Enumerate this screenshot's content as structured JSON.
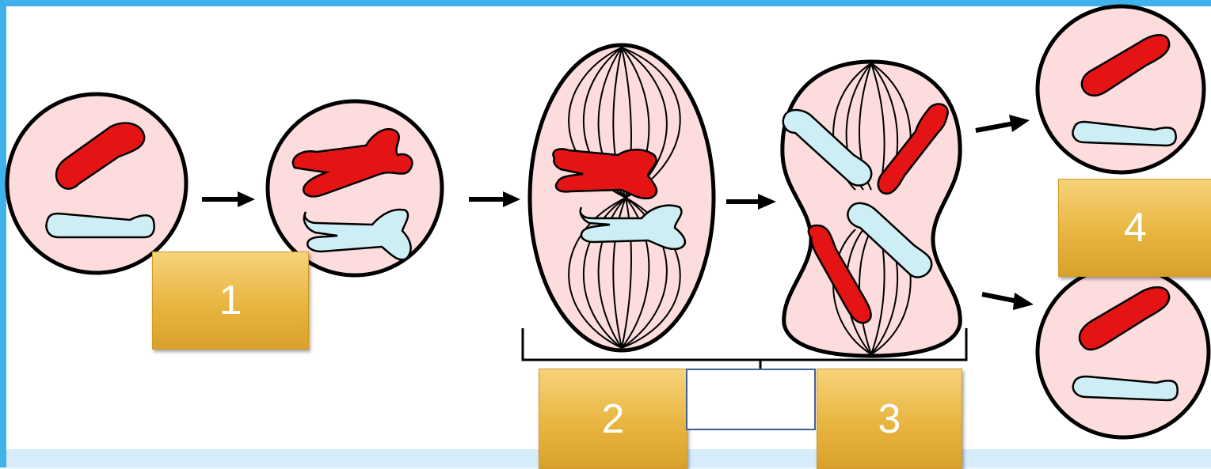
{
  "labels": {
    "box1": "1",
    "box2": "2",
    "box3": "3",
    "box4": "4"
  },
  "blank_box": "",
  "colors": {
    "frame_accent": "#3fb2ec",
    "cell_fill": "#fcdcdc",
    "red_chromosome": "#e41414",
    "blue_chromosome": "#cdeef4",
    "label_gold": "#e8b540",
    "blank_border": "#3f5f93"
  }
}
